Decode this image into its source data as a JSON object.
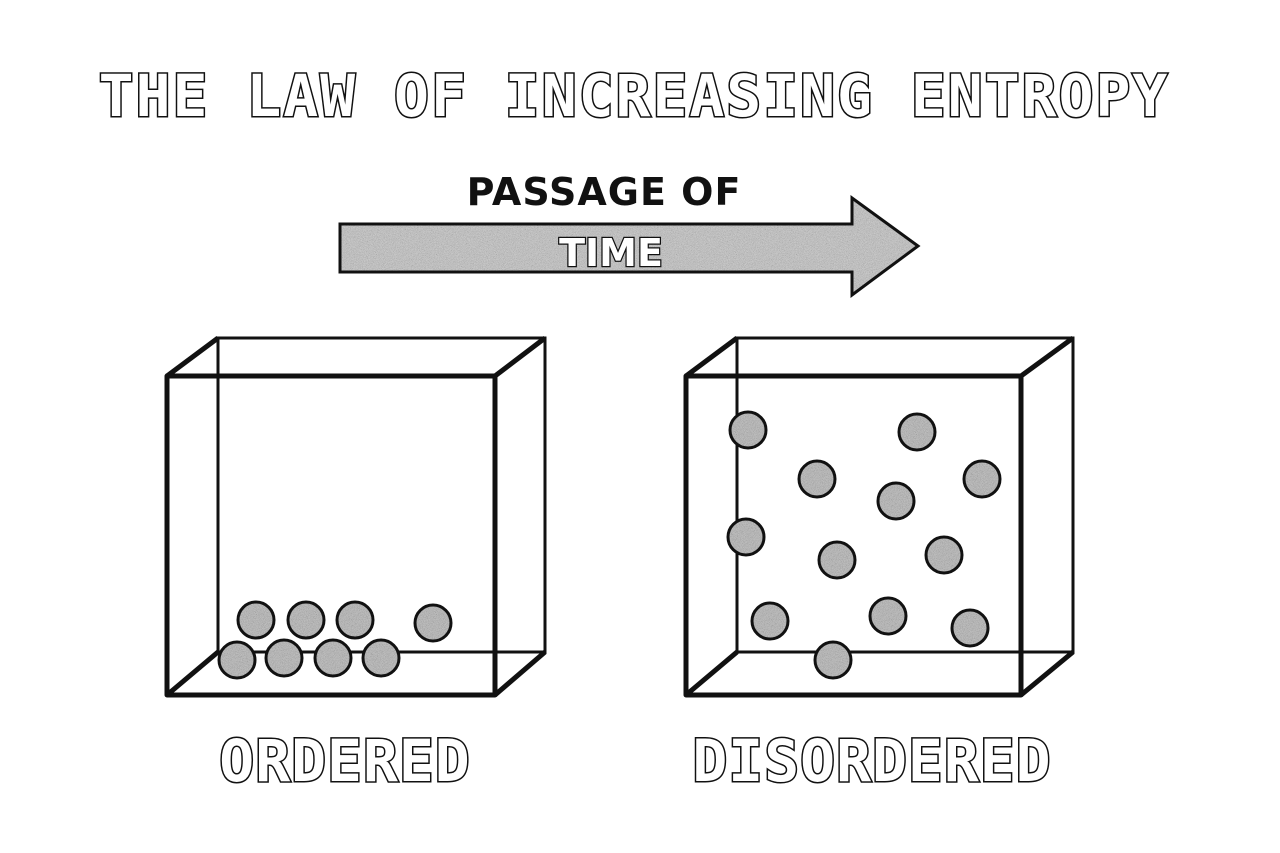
{
  "title": "THE LAW OF INCREASING ENTROPY",
  "arrow": {
    "label_top": "PASSAGE OF",
    "label_inside": "TIME"
  },
  "boxes": [
    {
      "label": "ORDERED"
    },
    {
      "label": "DISORDERED"
    }
  ],
  "colors": {
    "ink": "#111111",
    "background": "#ffffff",
    "grain_fill": "#bdbdbd"
  }
}
